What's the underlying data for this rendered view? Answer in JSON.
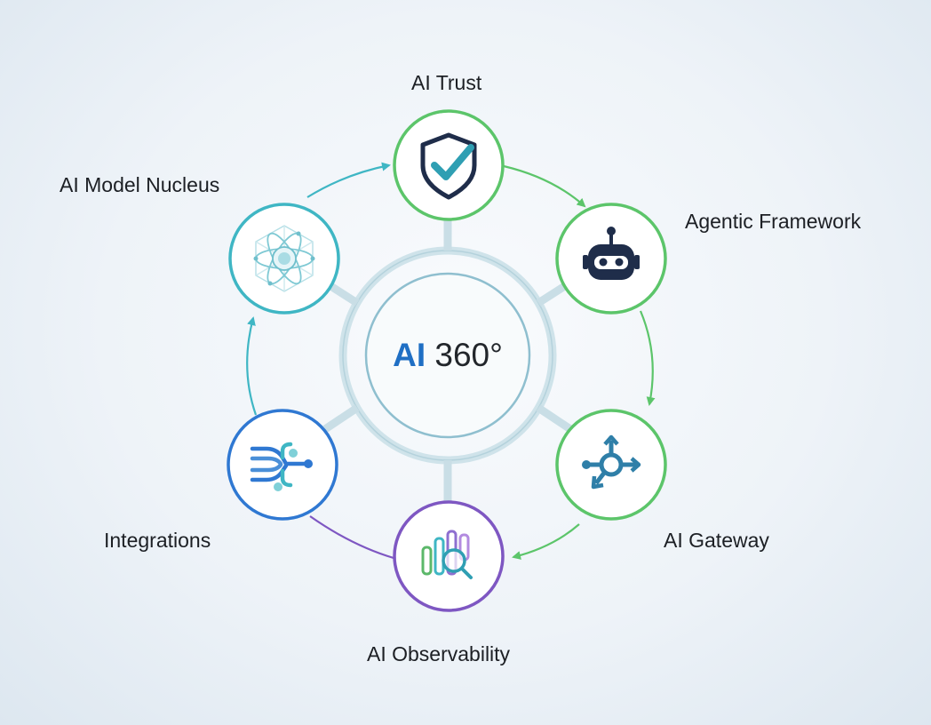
{
  "center": {
    "prefix": "AI",
    "suffix": " 360°"
  },
  "nodes": [
    {
      "id": "trust",
      "label": "AI Trust",
      "icon": "shield-check-icon",
      "color": "#5cc56a"
    },
    {
      "id": "agentic",
      "label": "Agentic Framework",
      "icon": "robot-icon",
      "color": "#5cc56a"
    },
    {
      "id": "gateway",
      "label": "AI Gateway",
      "icon": "network-hub-icon",
      "color": "#5cc56a"
    },
    {
      "id": "observability",
      "label": "AI Observability",
      "icon": "chart-magnifier-icon",
      "color": "#7e57c2"
    },
    {
      "id": "integrations",
      "label": "Integrations",
      "icon": "data-flow-icon",
      "color": "#2f78d2"
    },
    {
      "id": "nucleus",
      "label": "AI Model Nucleus",
      "icon": "atom-icon",
      "color": "#3fb6c4"
    }
  ],
  "colors": {
    "accent": "#1f6fc4",
    "hub_ring": "#bfd9e2",
    "navy": "#1f2d4a",
    "teal": "#2f9fb3"
  }
}
